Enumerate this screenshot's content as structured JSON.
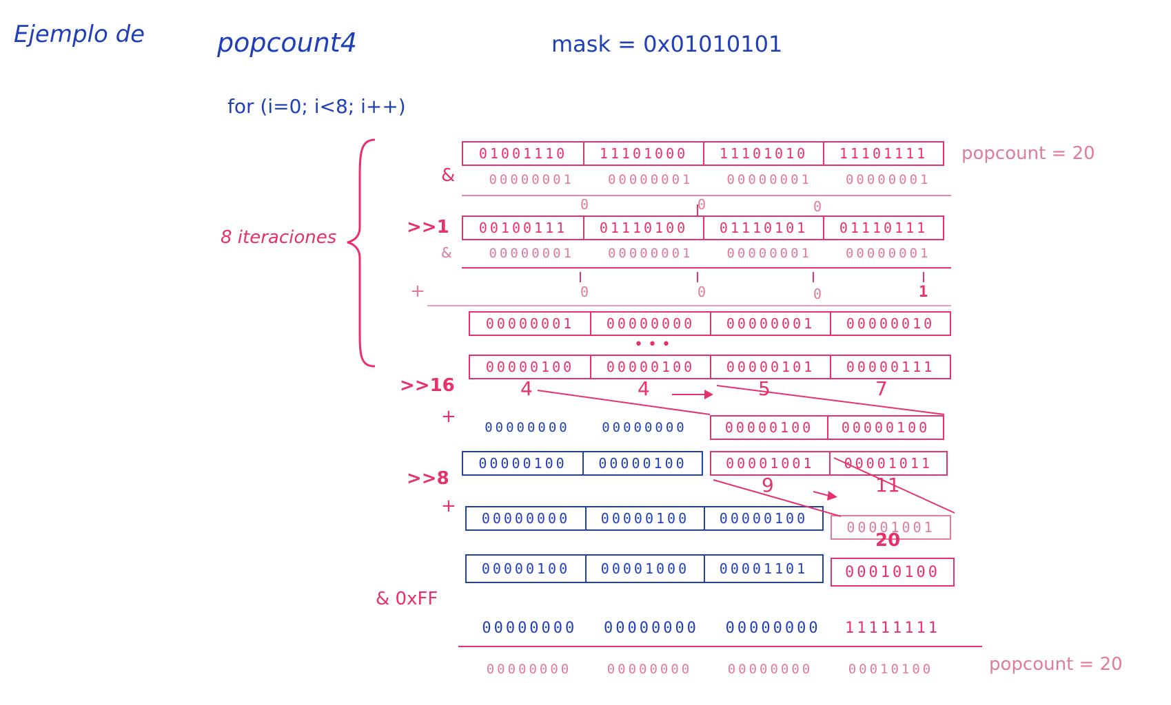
{
  "title": {
    "label": "Ejemplo de",
    "func": "popcount4",
    "mask": "mask = 0x01010101"
  },
  "loop": "for (i=0; i<8; i++)",
  "brace_label": "8 iteraciones",
  "popcount_top": "popcount = 20",
  "popcount_bottom": "popcount = 20",
  "ellipsis": "• • •",
  "ops": {
    "and1": "&",
    "shift1": ">>1",
    "and2": "&",
    "plus1": "+",
    "shift16": ">>16",
    "plus2": "+",
    "shift8": ">>8",
    "plus3": "+",
    "and_ff": "& 0xFF"
  },
  "rows": {
    "x": [
      "01001110",
      "11101000",
      "11101010",
      "11101111"
    ],
    "mask1": [
      "00000001",
      "00000001",
      "00000001",
      "00000001"
    ],
    "x_shift1": [
      "00100111",
      "01110100",
      "01110101",
      "01110111"
    ],
    "mask2": [
      "00000001",
      "00000001",
      "00000001",
      "00000001"
    ],
    "partial": [
      "00000001",
      "00000000",
      "00000001",
      "00000010"
    ],
    "acc": [
      "00000100",
      "00000100",
      "00000101",
      "00000111"
    ],
    "acc_shift16": [
      "00000000",
      "00000000",
      "00000100",
      "00000100"
    ],
    "sum16": [
      "00000100",
      "00000100",
      "00001001",
      "00001011"
    ],
    "sum16_shift8": [
      "00000000",
      "00000100",
      "00000100",
      "00001001"
    ],
    "sum8": [
      "00000100",
      "00001000",
      "00001101",
      "00010100"
    ],
    "ff": [
      "00000000",
      "00000000",
      "00000000",
      "11111111"
    ],
    "result": [
      "00000000",
      "00000000",
      "00000000",
      "00010100"
    ]
  },
  "bit_marks": {
    "r1": [
      "0",
      "0",
      "0"
    ],
    "r2": [
      "0",
      "0",
      "0",
      "1"
    ]
  },
  "byte_counts": {
    "acc": [
      "4",
      "4",
      "5",
      "7"
    ],
    "sum16": [
      "9",
      "11"
    ],
    "sum8": [
      "20"
    ]
  },
  "colors": {
    "blue": "#1f3fb8",
    "pink": "#e8306a",
    "light_pink": "#e27a9a"
  }
}
